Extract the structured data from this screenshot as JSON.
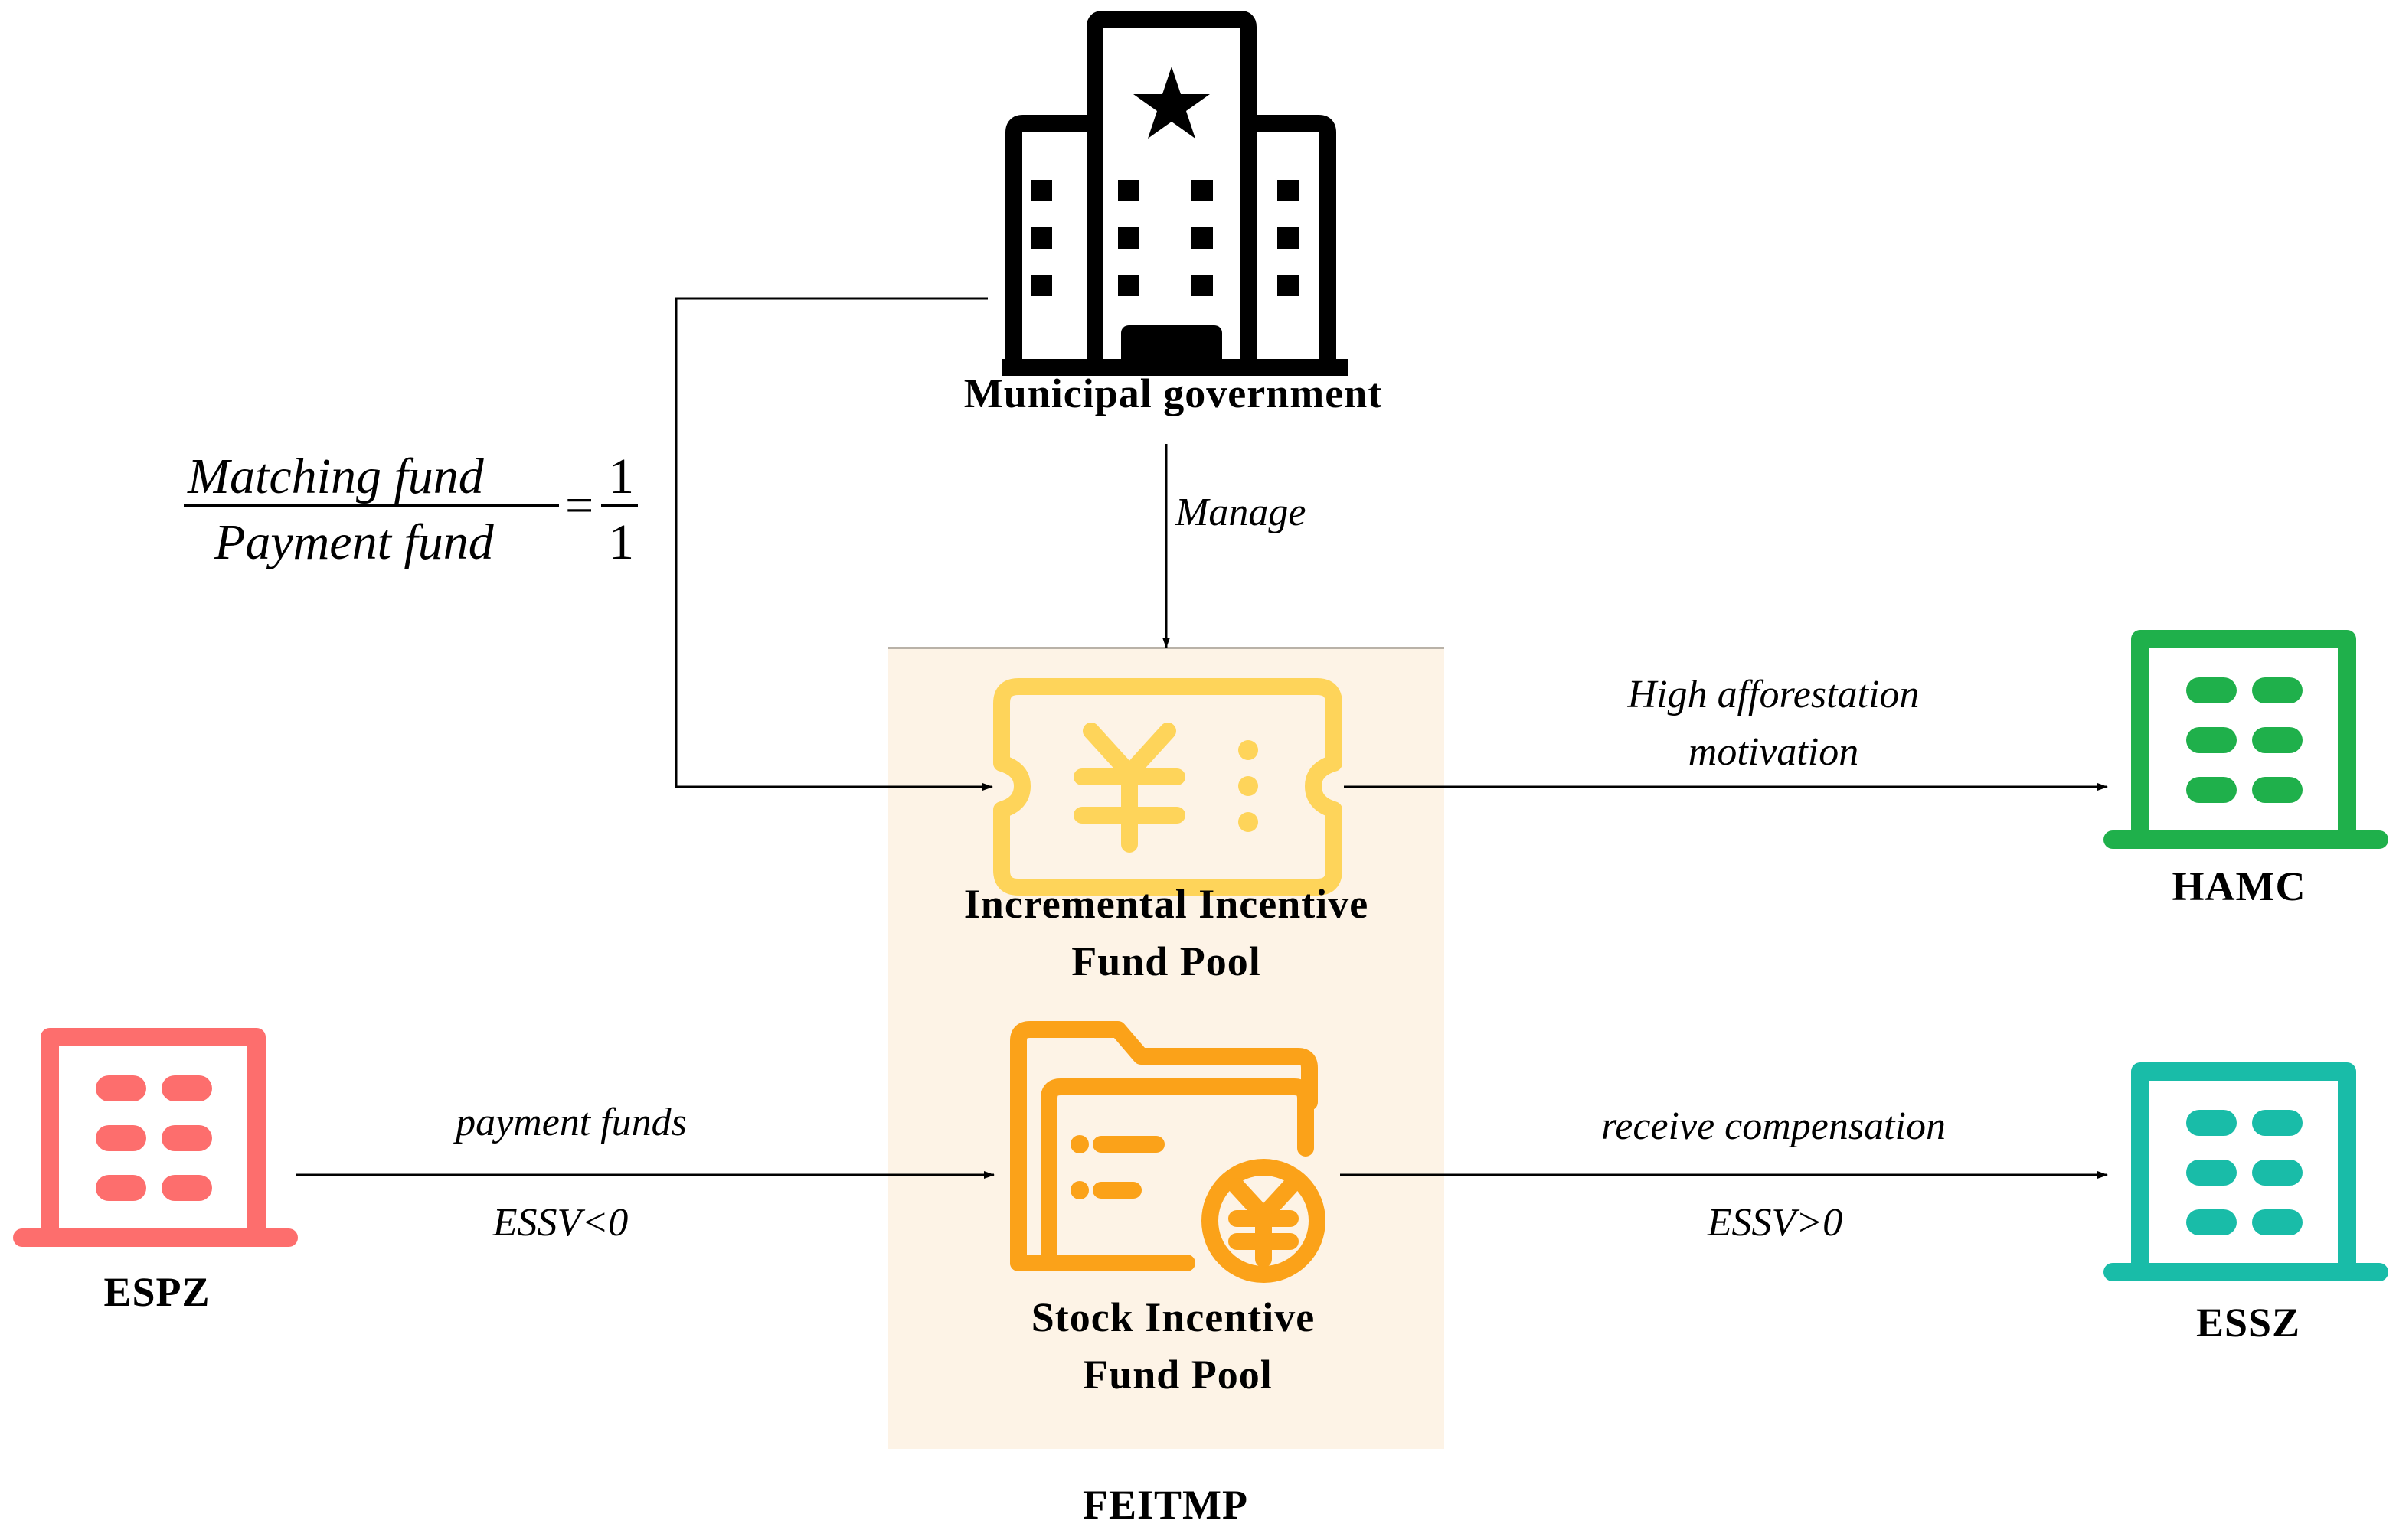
{
  "nodes": {
    "municipal_government": "Municipal government",
    "incremental_pool": [
      "Incremental Incentive",
      "Fund Pool"
    ],
    "stock_pool": [
      "Stock Incentive",
      "Fund Pool"
    ],
    "hamc": "HAMC",
    "espz": "ESPZ",
    "essz": "ESSZ",
    "feitmp": "FEITMP"
  },
  "edges": {
    "manage": "Manage",
    "high_afforestation": [
      "High afforestation",
      "motivation"
    ],
    "payment_funds": "payment funds",
    "essv_lt0": "ESSV<0",
    "receive_compensation": "receive compensation",
    "essv_gt0": "ESSV>0"
  },
  "ratio": {
    "numerator_label": "Matching fund",
    "denominator_label": "Payment fund",
    "equals": "=",
    "numerator_value": "1",
    "denominator_value": "1"
  },
  "colors": {
    "pool_background": "#fdf3e6",
    "pool_border": "#b9b2a8",
    "incremental_icon": "#fed45a",
    "stock_icon": "#fba219",
    "hamc": "#1fb04b",
    "espz": "#fd6e6d",
    "essz": "#19bca8",
    "lines": "#000000"
  },
  "icons": {
    "government": "government-building-icon",
    "incremental": "yuan-ticket-icon",
    "stock": "yuan-folder-icon",
    "hamc": "building-icon",
    "espz": "building-icon",
    "essz": "building-icon"
  }
}
